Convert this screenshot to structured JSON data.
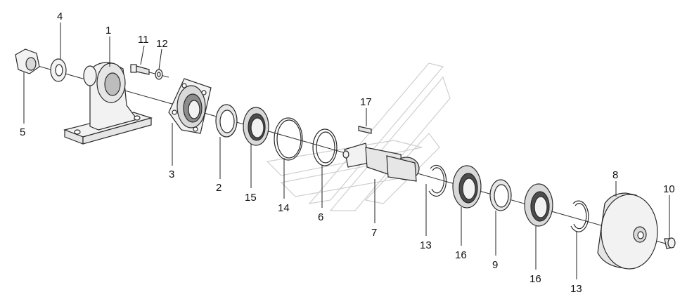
{
  "diagram": {
    "callouts": [
      {
        "id": "c1",
        "text": "1"
      },
      {
        "id": "c4",
        "text": "4"
      },
      {
        "id": "c11",
        "text": "11"
      },
      {
        "id": "c12",
        "text": "12"
      },
      {
        "id": "c5",
        "text": "5"
      },
      {
        "id": "c3",
        "text": "3"
      },
      {
        "id": "c2",
        "text": "2"
      },
      {
        "id": "c15",
        "text": "15"
      },
      {
        "id": "c14",
        "text": "14"
      },
      {
        "id": "c6",
        "text": "6"
      },
      {
        "id": "c17",
        "text": "17"
      },
      {
        "id": "c7",
        "text": "7"
      },
      {
        "id": "c13a",
        "text": "13"
      },
      {
        "id": "c16a",
        "text": "16"
      },
      {
        "id": "c9",
        "text": "9"
      },
      {
        "id": "c16b",
        "text": "16"
      },
      {
        "id": "c13b",
        "text": "13"
      },
      {
        "id": "c8",
        "text": "8"
      },
      {
        "id": "c10",
        "text": "10"
      }
    ],
    "colors": {
      "line": "#2a2a2a",
      "part_fill": "#f2f2f2",
      "part_shade": "#d9d9d9",
      "watermark": "#cfcfcf"
    }
  }
}
